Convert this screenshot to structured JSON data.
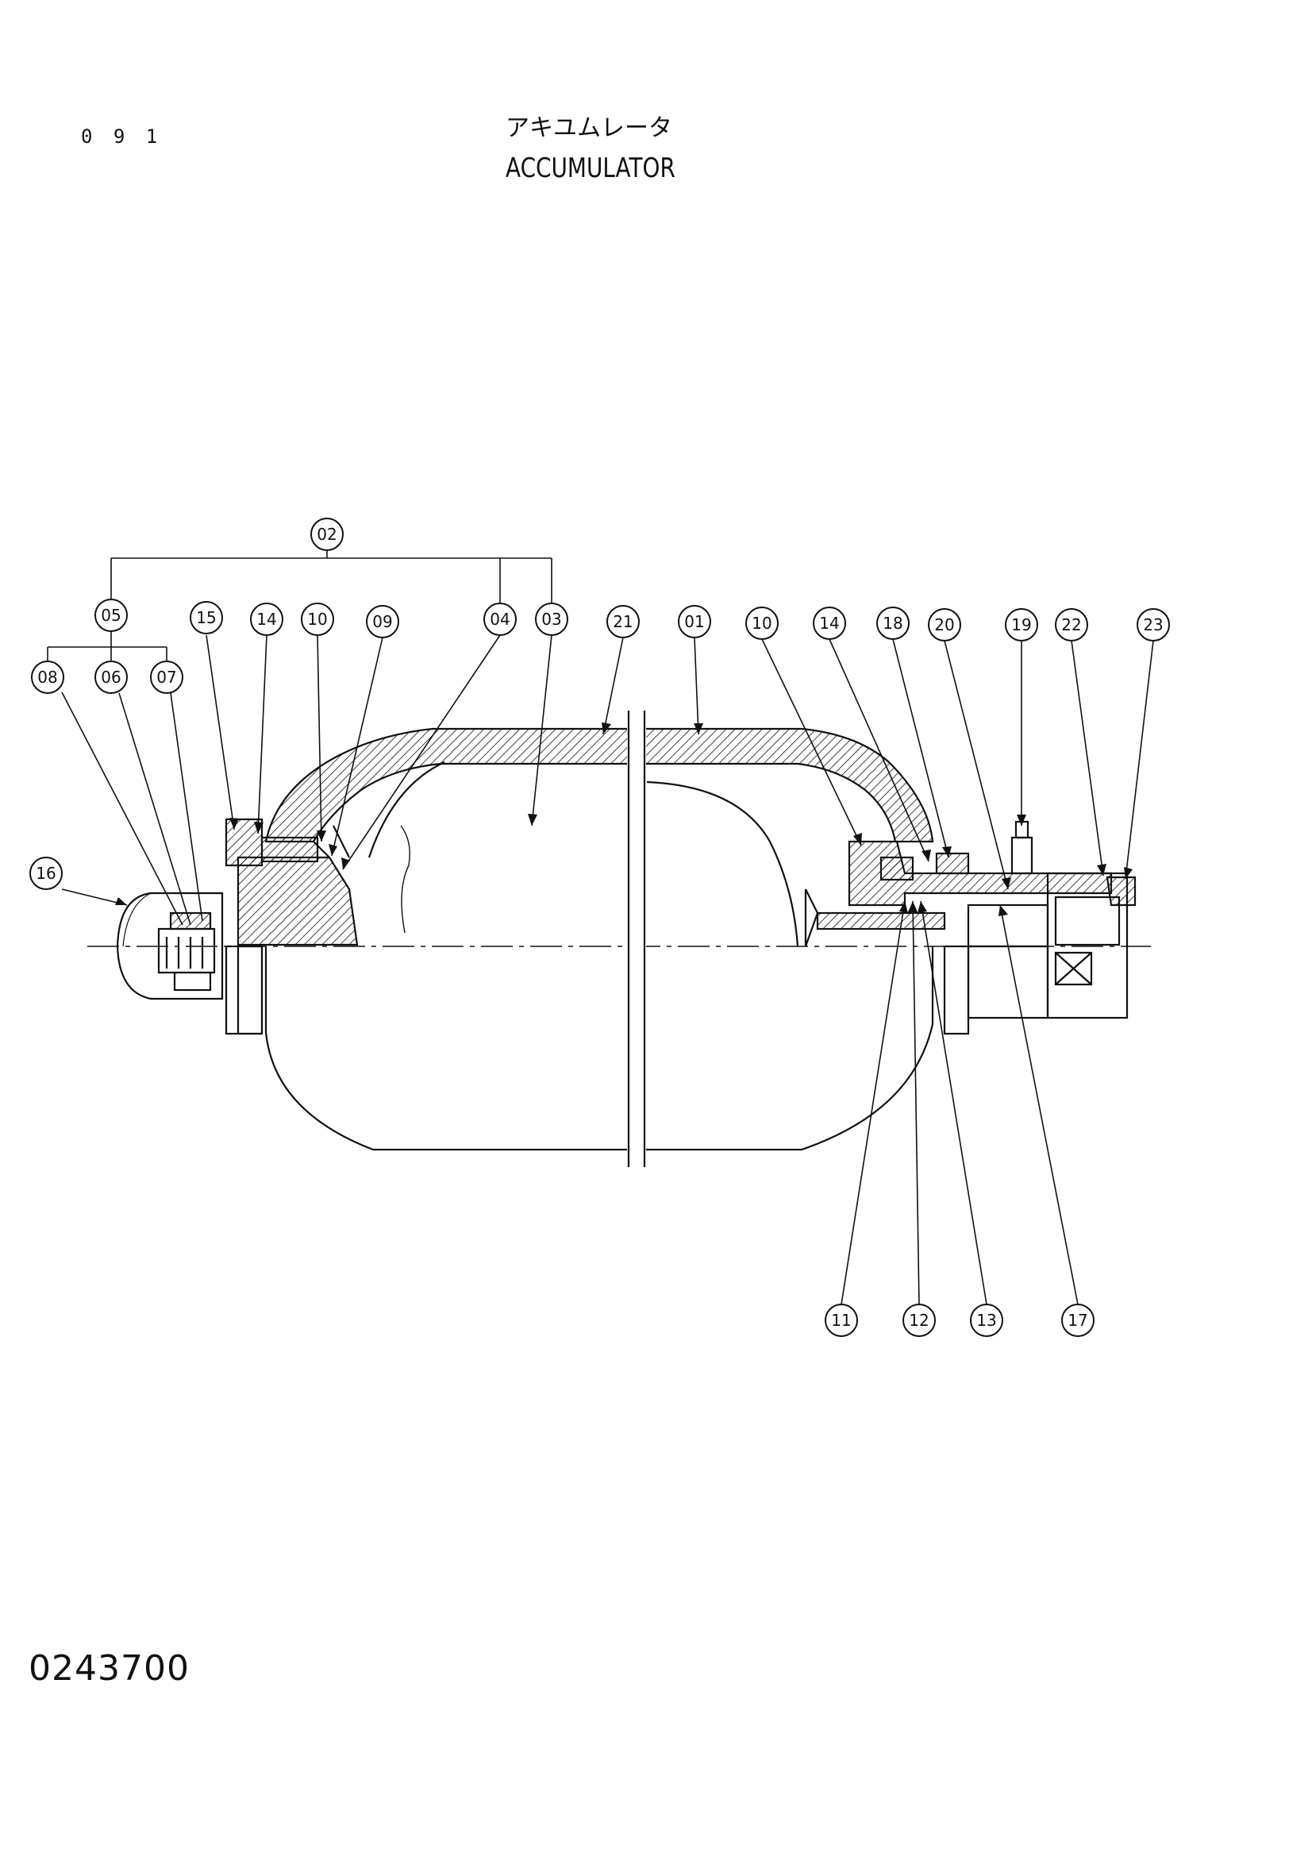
{
  "header": {
    "page_number": "0 9 1",
    "title_jp": "アキユムレータ",
    "title_en": "ACCUMULATOR"
  },
  "footer": {
    "document_number": "0243700"
  },
  "diagram": {
    "type": "cross-section parts diagram",
    "callouts": [
      {
        "id": "c02",
        "label": "02"
      },
      {
        "id": "c05",
        "label": "05"
      },
      {
        "id": "c15",
        "label": "15"
      },
      {
        "id": "c14a",
        "label": "14"
      },
      {
        "id": "c10a",
        "label": "10"
      },
      {
        "id": "c09",
        "label": "09"
      },
      {
        "id": "c04",
        "label": "04"
      },
      {
        "id": "c03",
        "label": "03"
      },
      {
        "id": "c21",
        "label": "21"
      },
      {
        "id": "c01",
        "label": "01"
      },
      {
        "id": "c10b",
        "label": "10"
      },
      {
        "id": "c14b",
        "label": "14"
      },
      {
        "id": "c18",
        "label": "18"
      },
      {
        "id": "c20",
        "label": "20"
      },
      {
        "id": "c19",
        "label": "19"
      },
      {
        "id": "c22",
        "label": "22"
      },
      {
        "id": "c23",
        "label": "23"
      },
      {
        "id": "c08",
        "label": "08"
      },
      {
        "id": "c06",
        "label": "06"
      },
      {
        "id": "c07",
        "label": "07"
      },
      {
        "id": "c16",
        "label": "16"
      },
      {
        "id": "c11",
        "label": "11"
      },
      {
        "id": "c12",
        "label": "12"
      },
      {
        "id": "c13",
        "label": "13"
      },
      {
        "id": "c17",
        "label": "17"
      }
    ]
  }
}
